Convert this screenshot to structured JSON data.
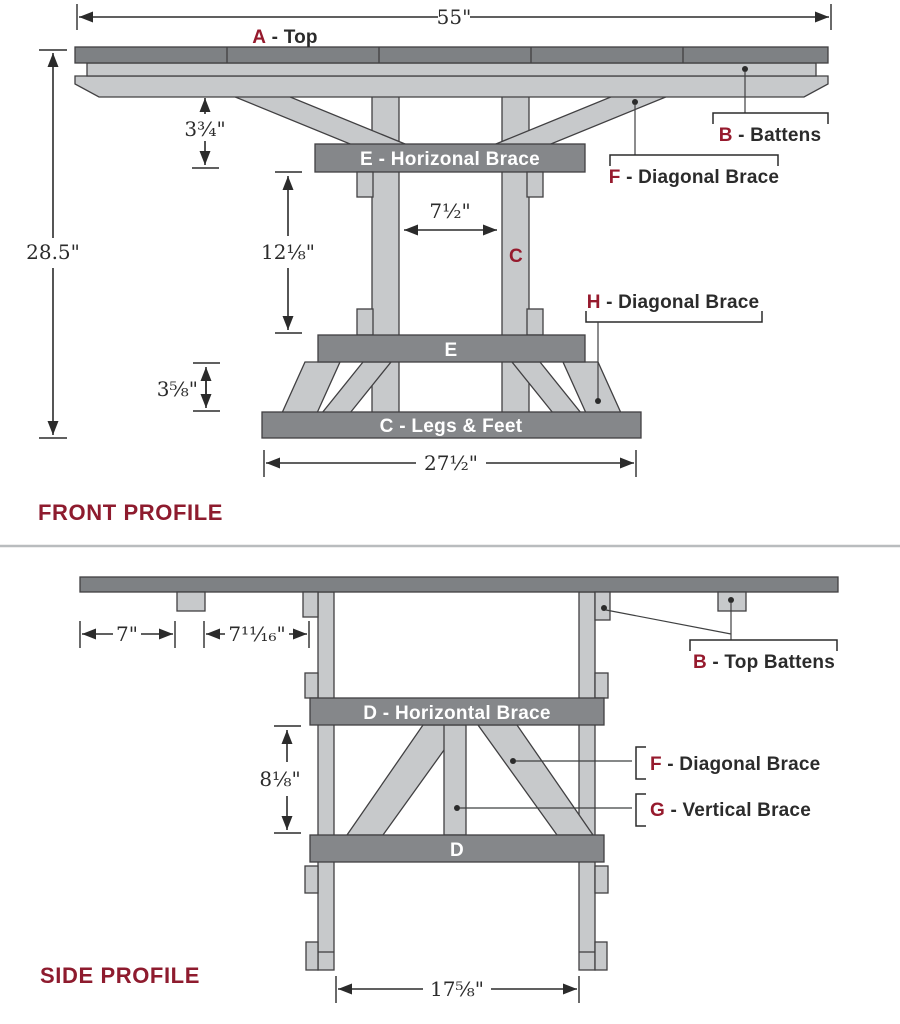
{
  "colors": {
    "accent_red": "#961A2D",
    "title_red": "#8E1B2E",
    "bar_gray": "#85878A",
    "plank_gray": "#7E8184",
    "wood_light_gray": "#C7C9CB",
    "outline": "#414042",
    "dimension_ink": "#2B2B2B"
  },
  "front": {
    "title": "FRONT PROFILE",
    "dim_width_top": "55\"",
    "dim_height": "28.5\"",
    "dim_top_to_brace": "3¾\"",
    "dim_brace_gap": "12⅛\"",
    "dim_leg_spacing": "7½\"",
    "dim_stretcher": "3⅝\"",
    "dim_feet_width": "27½\"",
    "label_a_letter": "A",
    "label_a_rest": " - Top",
    "label_b_letter": "B",
    "label_b_rest": " - Battens",
    "label_f_letter": "F",
    "label_f_rest": " - Diagonal Brace",
    "label_h_letter": "H",
    "label_h_rest": " - Diagonal Brace",
    "label_c_letter": "C",
    "bar_e_top": "E - Horizonal Brace",
    "bar_e_stretcher": "E",
    "bar_c_feet": "C - Legs & Feet"
  },
  "side": {
    "title": "SIDE PROFILE",
    "dim_overhang": "7\"",
    "dim_batten_spacing": "7¹¹⁄₁₆\"",
    "dim_brace_gap": "8⅛\"",
    "dim_feet_width": "17⅝\"",
    "label_b_letter": "B",
    "label_b_rest": " - Top Battens",
    "label_f_letter": "F",
    "label_f_rest": " - Diagonal Brace",
    "label_g_letter": "G",
    "label_g_rest": " - Vertical Brace",
    "bar_d_top": "D - Horizontal Brace",
    "bar_d_foot": "D"
  }
}
